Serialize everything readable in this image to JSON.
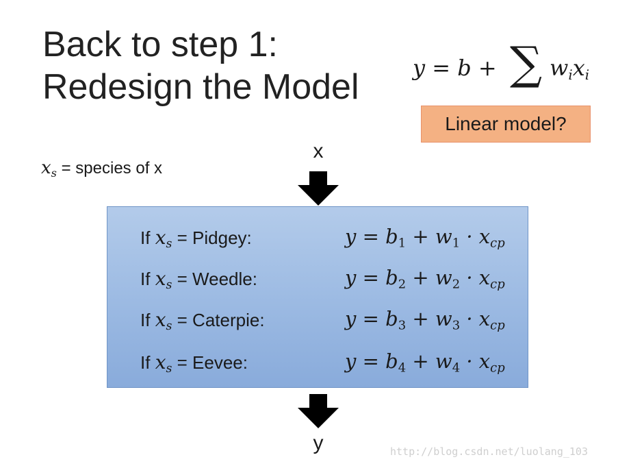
{
  "title": {
    "line1": "Back to step 1:",
    "line2": "Redesign the Model"
  },
  "formula": {
    "lhs": "y = b +",
    "sigma": "∑",
    "w": "w",
    "w_sub": "i",
    "x": "x",
    "x_sub": "i"
  },
  "badge": {
    "label": "Linear model?"
  },
  "definition": {
    "var": "x",
    "var_sub": "s",
    "text": "= species of x"
  },
  "flow": {
    "input_label": "x",
    "output_label": "y"
  },
  "cases": [
    {
      "prefix": "If",
      "var": "x",
      "var_sub": "s",
      "species": "= Pidgey:",
      "eq_y": "y = b",
      "b_sub": "1",
      "plus": "+ w",
      "w_sub": "1",
      "dot": "· x",
      "x_sub": "cp"
    },
    {
      "prefix": "If",
      "var": "x",
      "var_sub": "s",
      "species": "= Weedle:",
      "eq_y": "y = b",
      "b_sub": "2",
      "plus": "+ w",
      "w_sub": "2",
      "dot": "· x",
      "x_sub": "cp"
    },
    {
      "prefix": "If",
      "var": "x",
      "var_sub": "s",
      "species": "= Caterpie:",
      "eq_y": "y = b",
      "b_sub": "3",
      "plus": "+ w",
      "w_sub": "3",
      "dot": "· x",
      "x_sub": "cp"
    },
    {
      "prefix": "If",
      "var": "x",
      "var_sub": "s",
      "species": "= Eevee:",
      "eq_y": "y = b",
      "b_sub": "4",
      "plus": "+ w",
      "w_sub": "4",
      "dot": "· x",
      "x_sub": "cp"
    }
  ],
  "watermark": "http://blog.csdn.net/luolang_103",
  "colors": {
    "badge_fill": "#f4b183",
    "panel_top": "#b3cbea",
    "panel_bottom": "#89abdb",
    "arrow": "#000000"
  }
}
